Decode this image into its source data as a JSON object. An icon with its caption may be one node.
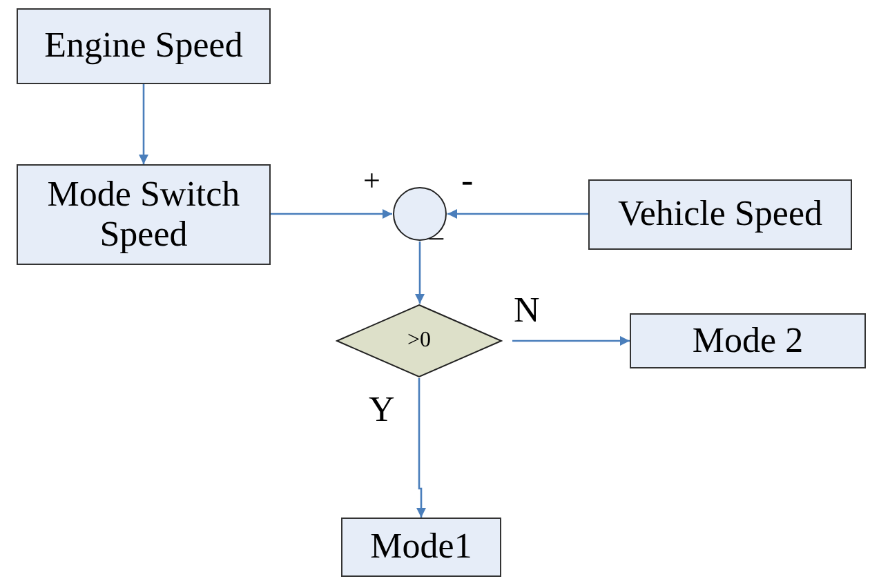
{
  "diagram": {
    "nodes": [
      {
        "text": [
          "Engine Speed"
        ]
      },
      {
        "text": [
          "Mode Switch Speed"
        ]
      },
      {
        "text": [],
        "shape": "circle"
      },
      {
        "text": [
          "Vehicle Speed"
        ]
      },
      {
        "text": [
          ">0"
        ]
      },
      {
        "text": [
          "Mode 2"
        ]
      },
      {
        "text": [
          "Mode1"
        ]
      }
    ],
    "edges": [
      {
        "from": 0,
        "to": 1,
        "arrow": "to"
      },
      {
        "from": 1,
        "to": 2,
        "arrow": "to"
      },
      {
        "from": 3,
        "to": 2,
        "arrow": "to"
      },
      {
        "from": 2,
        "to": 4,
        "arrow": "to"
      },
      {
        "from": 4,
        "to": 5,
        "arrow": "to",
        "label": "N"
      },
      {
        "from": 4,
        "to": 6,
        "arrow": "to",
        "label": "Y"
      }
    ],
    "labels": [
      "+",
      "-",
      "_"
    ]
  }
}
